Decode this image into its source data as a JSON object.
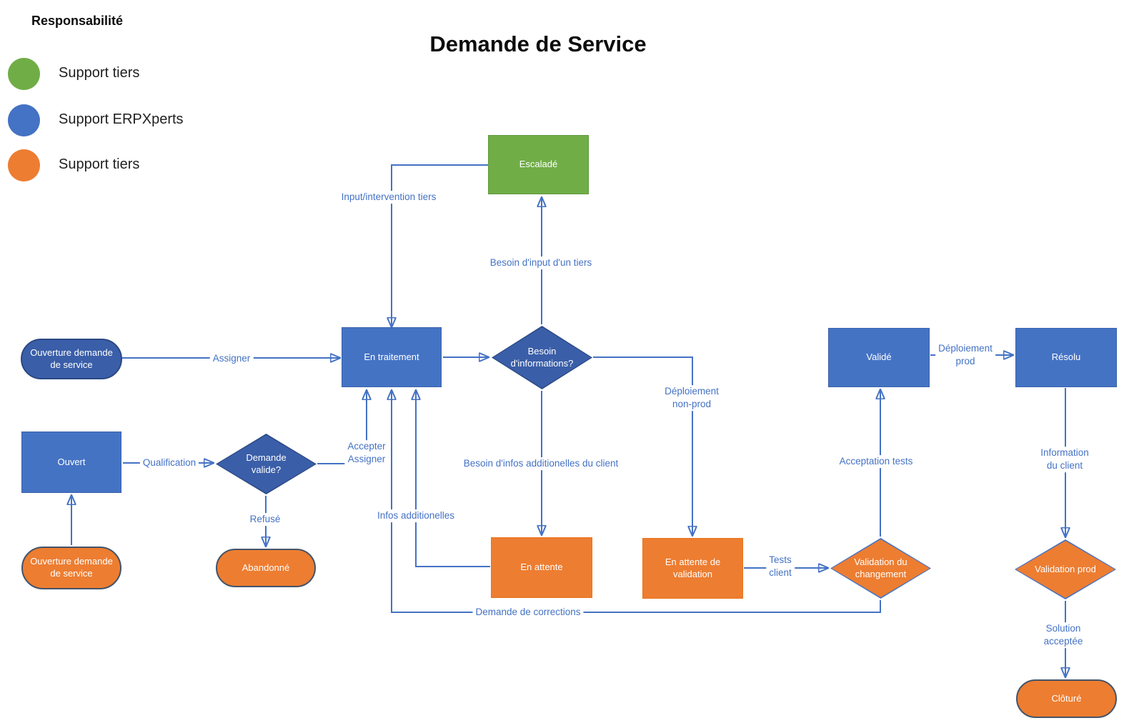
{
  "title": "Demande de Service",
  "legend": {
    "heading": "Responsabilité",
    "items": [
      {
        "label": "Support tiers",
        "color": "#70AD47"
      },
      {
        "label": "Support ERPXperts",
        "color": "#4472C4"
      },
      {
        "label": "Support tiers",
        "color": "#ED7D31"
      }
    ]
  },
  "colors": {
    "connector": "#4472C4",
    "blue_rect": "#4573C4",
    "blue_dark": "#3A5EA8",
    "orange": "#ED7D31",
    "green": "#70AD47"
  },
  "nodes": {
    "escalade": {
      "label": "Escaladé",
      "shape": "rectangle",
      "color": "green"
    },
    "ouverture_demande_blue": {
      "label": "Ouverture demande\nde service",
      "shape": "pill",
      "color": "blue"
    },
    "en_traitement": {
      "label": "En traitement",
      "shape": "rectangle",
      "color": "blue"
    },
    "besoin_informations": {
      "label": "Besoin\nd'informations?",
      "shape": "diamond",
      "color": "blue"
    },
    "valide": {
      "label": "Validé",
      "shape": "rectangle",
      "color": "blue"
    },
    "resolu": {
      "label": "Résolu",
      "shape": "rectangle",
      "color": "blue"
    },
    "ouvert": {
      "label": "Ouvert",
      "shape": "rectangle",
      "color": "blue"
    },
    "demande_valide": {
      "label": "Demande\nvalide?",
      "shape": "diamond",
      "color": "blue"
    },
    "ouverture_demande_orange": {
      "label": "Ouverture demande\nde service",
      "shape": "pill",
      "color": "orange"
    },
    "abandonne": {
      "label": "Abandonné",
      "shape": "pill",
      "color": "orange"
    },
    "en_attente": {
      "label": "En attente",
      "shape": "rectangle",
      "color": "orange"
    },
    "en_attente_validation": {
      "label": "En attente de\nvalidation",
      "shape": "rectangle",
      "color": "orange"
    },
    "validation_changement": {
      "label": "Validation du\nchangement",
      "shape": "diamond",
      "color": "orange"
    },
    "validation_prod": {
      "label": "Validation prod",
      "shape": "diamond",
      "color": "orange"
    },
    "cloture": {
      "label": "Clôturé",
      "shape": "pill",
      "color": "orange"
    }
  },
  "edge_labels": {
    "assigner": "Assigner",
    "qualification": "Qualification",
    "accepter_assigner": "Accepter\nAssigner",
    "refuse": "Refusé",
    "input_intervention_tiers": "Input/intervention tiers",
    "besoin_input_tiers": "Besoin d'input d'un tiers",
    "besoin_infos_client": "Besoin d'infos additionelles du client",
    "infos_additionelles": "Infos additionelles",
    "deploiement_nonprod": "Déploiement\nnon-prod",
    "demande_corrections": "Demande de corrections",
    "tests_client": "Tests\nclient",
    "acceptation_tests": "Acceptation tests",
    "deploiement_prod": "Déploiement\nprod",
    "information_client": "Information du client",
    "solution_acceptee": "Solution\nacceptée"
  }
}
